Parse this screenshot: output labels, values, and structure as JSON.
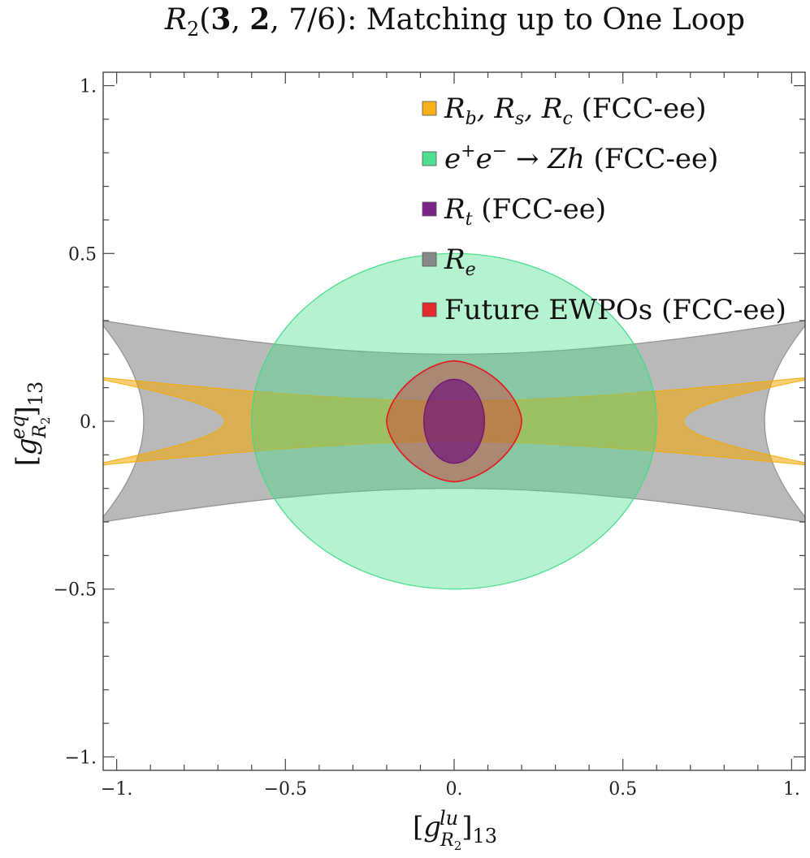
{
  "chart_data": {
    "type": "region",
    "title": "R₂(3, 2, 7/6): Matching up to One Loop",
    "xlabel": "[g^{lu}_{R₂}]₁₃",
    "ylabel": "[g^{eq}_{R₂}]₁₃",
    "xlim": [
      -1.04,
      1.04
    ],
    "ylim": [
      -1.04,
      1.04
    ],
    "x_ticks": [
      -1.0,
      -0.5,
      0.0,
      0.5,
      1.0
    ],
    "y_ticks": [
      -1.0,
      -0.5,
      0.0,
      0.5,
      1.0
    ],
    "x_tick_labels": [
      "−1.",
      "−0.5",
      "0.",
      "0.5",
      "1."
    ],
    "y_tick_labels": [
      "−1.",
      "−0.5",
      "0.",
      "0.5",
      "1."
    ],
    "legend_position": "top-right",
    "series": [
      {
        "name": "R_b, R_s, R_c (FCC-ee)",
        "legend_parts": {
          "main": "R",
          "sub1": "b",
          "mid1": ", R",
          "sub2": "s",
          "mid2": ", R",
          "sub3": "c",
          "suffix": " (FCC-ee)"
        },
        "color": "#F5A800",
        "shape": "hyperbolic-band",
        "y_halfwidth_at_x0": 0.06,
        "y_halfwidth_at_x_edge": 0.13,
        "inner_gap_vertex_x": 0.68
      },
      {
        "name": "e⁺e⁻ → Zh (FCC-ee)",
        "legend_parts": {
          "main": "e",
          "sup1": "+",
          "mid1": "e",
          "sup2": "−",
          "mid2": " → Zh",
          "suffix": " (FCC-ee)"
        },
        "color": "#3DDC84",
        "shape": "ellipse",
        "center": [
          0.0,
          0.0
        ],
        "radii": [
          0.6,
          0.5
        ]
      },
      {
        "name": "R_t (FCC-ee)",
        "legend_parts": {
          "main": "R",
          "sub1": "t",
          "suffix": " (FCC-ee)"
        },
        "color": "#6B0C7A",
        "shape": "ellipse",
        "center": [
          0.0,
          0.0
        ],
        "radii": [
          0.09,
          0.125
        ]
      },
      {
        "name": "R_e",
        "legend_parts": {
          "main": "R",
          "sub1": "e",
          "suffix": ""
        },
        "color": "#808080",
        "shape": "hyperbolic-band",
        "y_halfwidth_at_x0": 0.2,
        "y_halfwidth_at_x_edge": 0.3,
        "inner_gap_vertex_x": 0.92
      },
      {
        "name": "Future EWPOs (FCC-ee)",
        "legend_parts": {
          "main": "Future EWPOs (FCC-ee)"
        },
        "color": "#E8141C",
        "shape": "astroid",
        "center": [
          0.0,
          0.0
        ],
        "extent": [
          0.2,
          0.18
        ]
      }
    ]
  }
}
